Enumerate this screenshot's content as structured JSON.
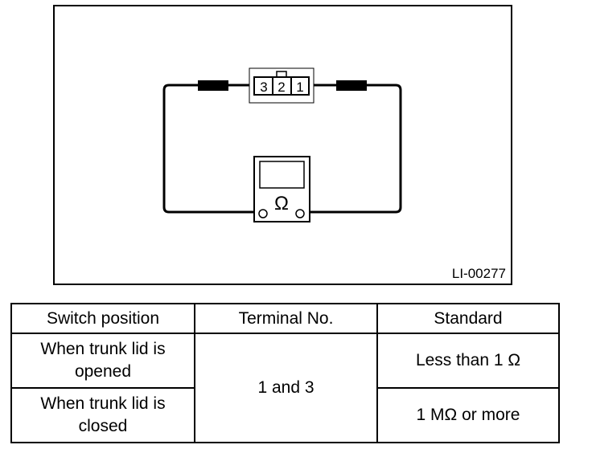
{
  "diagram": {
    "connector_pins": [
      "3",
      "2",
      "1"
    ],
    "meter_symbol": "Ω",
    "figure_id": "LI-00277"
  },
  "table": {
    "headers": [
      "Switch position",
      "Terminal No.",
      "Standard"
    ],
    "rows": [
      {
        "switch_position": "When trunk lid is opened",
        "terminal": "1 and 3",
        "standard": "Less than 1 Ω"
      },
      {
        "switch_position": "When trunk lid is closed",
        "terminal": "1 and 3",
        "standard": "1 MΩ or more"
      }
    ]
  }
}
